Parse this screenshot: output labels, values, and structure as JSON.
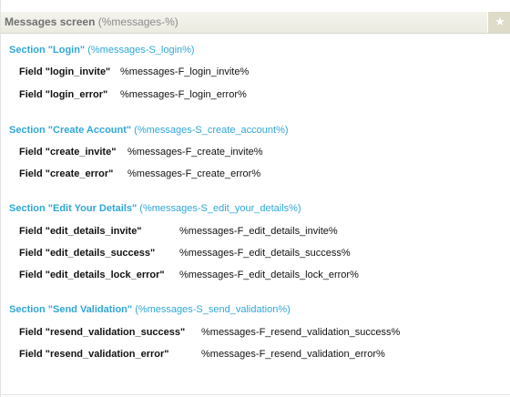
{
  "header": {
    "title": "Messages screen",
    "token": "(%messages-%)",
    "star_icon": "star-icon"
  },
  "sections": [
    {
      "title": "Section \"Login\"",
      "token": "(%messages-S_login%)",
      "fields": [
        {
          "label": "Field \"login_invite\"",
          "value": "%messages-F_login_invite%"
        },
        {
          "label": "Field \"login_error\"",
          "value": "%messages-F_login_error%"
        }
      ]
    },
    {
      "title": "Section \"Create Account\"",
      "token": "(%messages-S_create_account%)",
      "fields": [
        {
          "label": "Field \"create_invite\"",
          "value": "%messages-F_create_invite%"
        },
        {
          "label": "Field \"create_error\"",
          "value": "%messages-F_create_error%"
        }
      ]
    },
    {
      "title": "Section \"Edit Your Details\"",
      "token": "(%messages-S_edit_your_details%)",
      "fields": [
        {
          "label": "Field \"edit_details_invite\"",
          "value": "%messages-F_edit_details_invite%"
        },
        {
          "label": "Field \"edit_details_success\"",
          "value": "%messages-F_edit_details_success%"
        },
        {
          "label": "Field \"edit_details_lock_error\"",
          "value": "%messages-F_edit_details_lock_error%"
        }
      ]
    },
    {
      "title": "Section \"Send Validation\"",
      "token": "(%messages-S_send_validation%)",
      "fields": [
        {
          "label": "Field \"resend_validation_success\"",
          "value": "%messages-F_resend_validation_success%"
        },
        {
          "label": "Field \"resend_validation_error\"",
          "value": "%messages-F_resend_validation_error%"
        }
      ]
    }
  ]
}
